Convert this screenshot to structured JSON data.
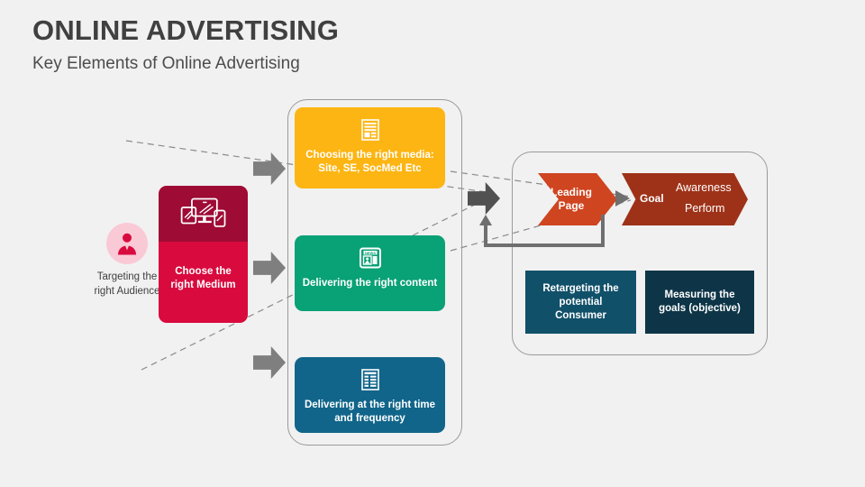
{
  "header": {
    "title": "ONLINE ADVERTISING",
    "subtitle": "Key Elements of Online Advertising"
  },
  "audience": {
    "icon": "person-icon",
    "label": "Targeting the right Audience",
    "circle_color": "#FAC9D6",
    "icon_color": "#D90A3E"
  },
  "medium": {
    "icon": "devices-icon",
    "label": "Choose the right Medium",
    "top_color": "#9E0B35",
    "body_color": "#D90A3E"
  },
  "middle_cards": [
    {
      "icon": "document-list-icon",
      "label": "Choosing the right media: Site, SE, SocMed Etc",
      "color": "#FDB513"
    },
    {
      "icon": "newspaper-icon",
      "label": "Delivering the right content",
      "color": "#09A176"
    },
    {
      "icon": "schedule-grid-icon",
      "label": "Delivering at the right time and frequency",
      "color": "#11658A"
    }
  ],
  "funnel": {
    "leading_page": "Leading Page",
    "goal": "Goal",
    "awareness": "Awareness",
    "perform": "Perform",
    "leading_color": "#CF4520",
    "goal_color": "#9E3218"
  },
  "outcome_boxes": [
    {
      "label": "Retargeting the potential Consumer",
      "color": "#115069"
    },
    {
      "label": "Measuring the goals (objective)",
      "color": "#0E3547"
    }
  ],
  "arrows": {
    "flow_arrow": "right-arrow-icon",
    "feedback_loop": "feedback-loop-arrow"
  },
  "colors": {
    "background": "#F1F1F1",
    "outline": "#9A9A9A",
    "arrow_gray": "#7F7F7F",
    "arrow_dark": "#515151",
    "title_text": "#404040"
  }
}
